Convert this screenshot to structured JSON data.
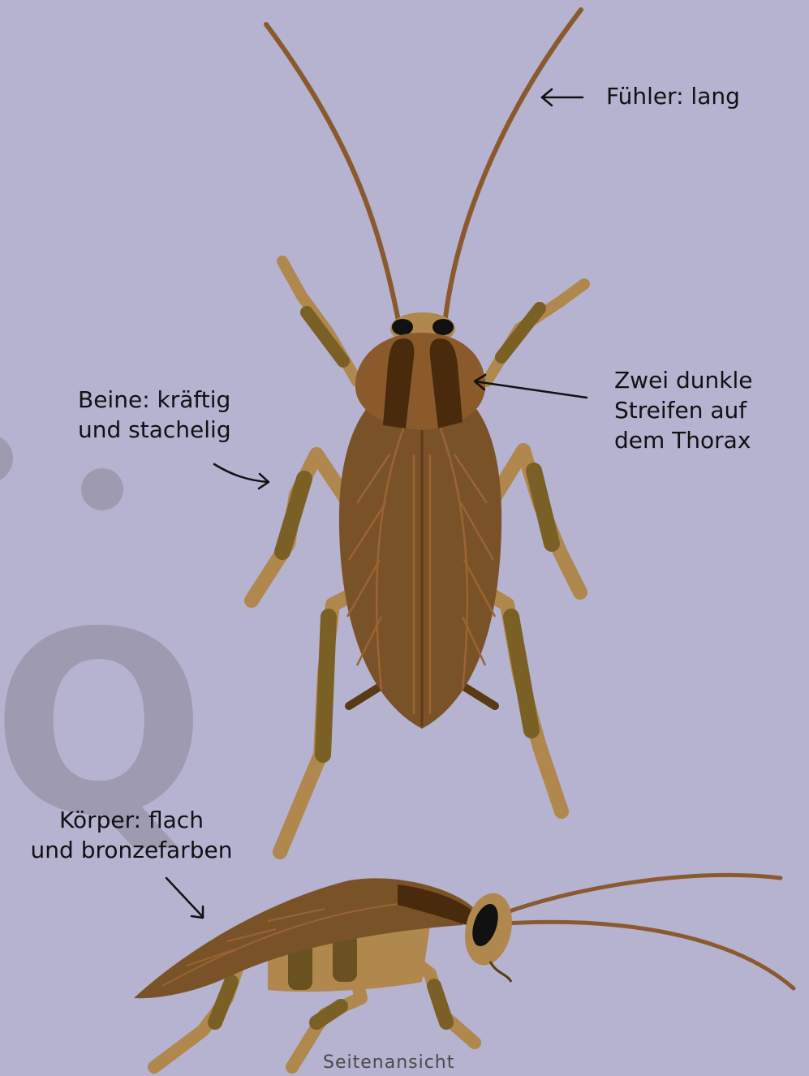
{
  "labels": {
    "antennae": "Fühler: lang",
    "legs": [
      "Beine: kräftig",
      "und stachelig"
    ],
    "thorax": [
      "Zwei dunkle",
      "Streifen auf",
      "dem Thorax"
    ],
    "body": [
      "Körper: flach",
      "und bronzefarben"
    ]
  },
  "caption": "Seitenansicht",
  "background_letter": "Q",
  "colors": {
    "background": "#b5b3d0",
    "wing": "#7a5228",
    "wing_vein": "#9a6432",
    "thorax": "#8b5a2b",
    "stripe": "#4a2a0c",
    "leg": "#b0874c",
    "leg_dark": "#7a6025",
    "antenna": "#8a5a2e",
    "deco": "#9e9bb0"
  }
}
